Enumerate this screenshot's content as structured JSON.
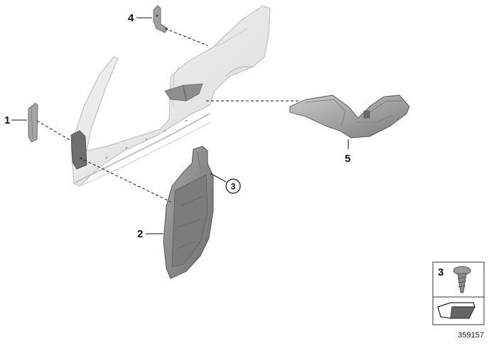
{
  "callouts": {
    "part_1": "1",
    "part_2": "2",
    "part_3": "3",
    "part_4": "4",
    "part_5": "5"
  },
  "legend": {
    "clip_number": "3"
  },
  "figure_number": "359157"
}
